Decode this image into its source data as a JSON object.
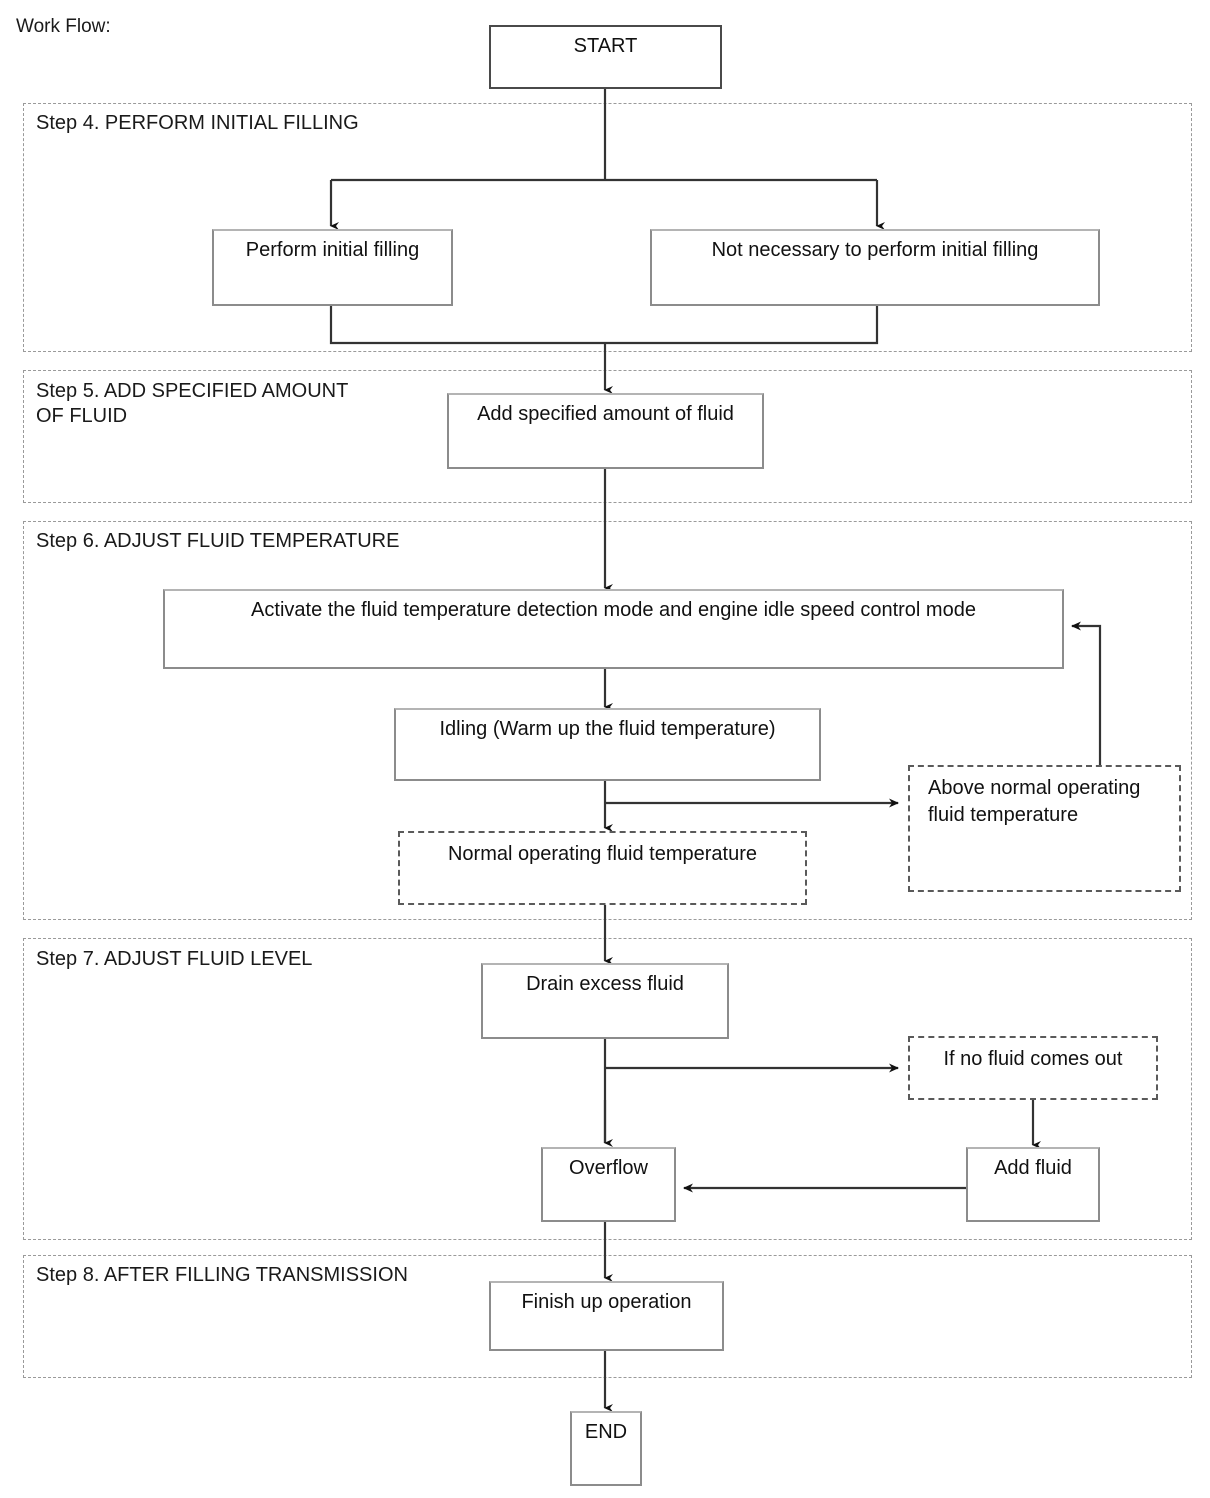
{
  "diagram": {
    "heading": "Work Flow:",
    "type": "flowchart",
    "terminals": {
      "start": "START",
      "end": "END"
    },
    "steps": [
      {
        "id": "step4",
        "label": "Step 4. PERFORM INITIAL FILLING"
      },
      {
        "id": "step5",
        "label": "Step 5. ADD SPECIFIED AMOUNT\nOF FLUID"
      },
      {
        "id": "step6",
        "label": "Step 6. ADJUST FLUID TEMPERATURE"
      },
      {
        "id": "step7",
        "label": "Step 7. ADJUST FLUID LEVEL"
      },
      {
        "id": "step8",
        "label": "Step 8. AFTER FILLING TRANSMISSION"
      }
    ],
    "nodes": {
      "perform_initial_filling": "Perform initial filling",
      "not_necessary": "Not necessary to perform initial filling",
      "add_specified_amount": "Add specified amount of fluid",
      "activate_modes": "Activate the fluid temperature detection mode and engine idle speed control mode",
      "idling": "Idling (Warm up the fluid temperature)",
      "normal_operating_temp": "Normal operating fluid temperature",
      "above_normal_temp": "Above normal operating\nfluid temperature",
      "drain_excess_fluid": "Drain excess fluid",
      "if_no_fluid": "If no fluid comes out",
      "overflow": "Overflow",
      "add_fluid": "Add fluid",
      "finish_up": "Finish up operation"
    },
    "colors": {
      "node_border": "#8c8c8c",
      "terminal_border": "#4a4a4a",
      "container_border": "#9a9a9a",
      "connector": "#333333",
      "text": "#111111",
      "background": "#ffffff"
    }
  }
}
